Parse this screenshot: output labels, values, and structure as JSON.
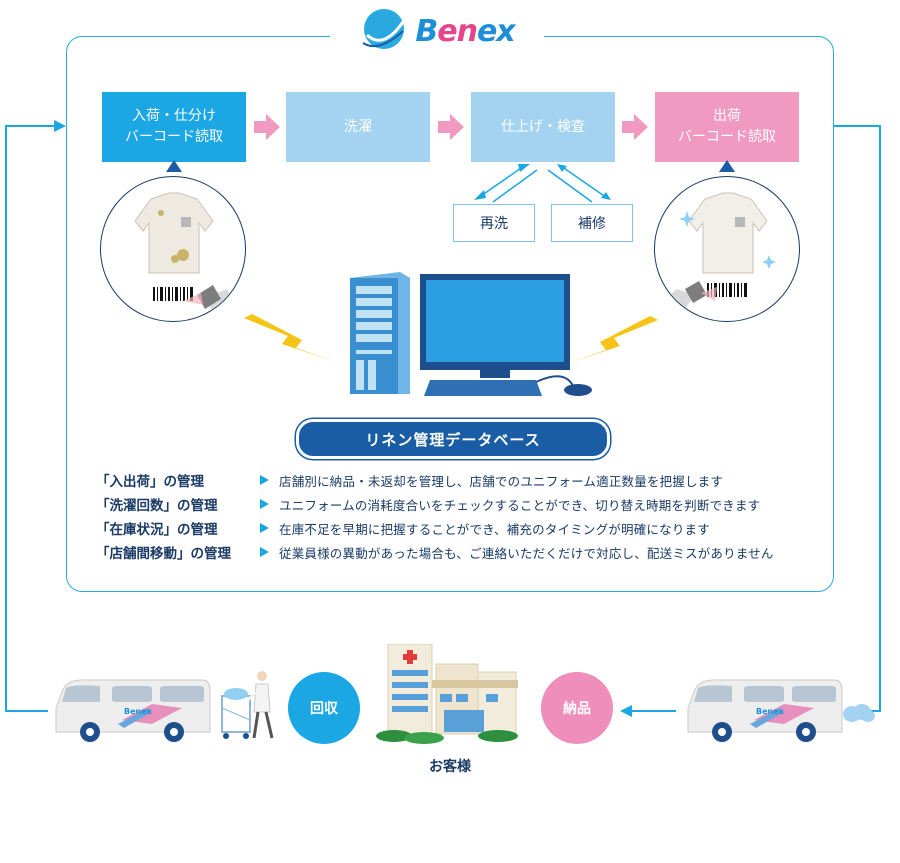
{
  "logo": {
    "text_a": "B",
    "text_b": "e",
    "text_c": "n",
    "text_d": "ex"
  },
  "steps": [
    {
      "label": "入荷・仕分け\nバーコード読取"
    },
    {
      "label": "洗濯"
    },
    {
      "label": "仕上げ・検査"
    },
    {
      "label": "出荷\nバーコード読取"
    }
  ],
  "sub_steps": {
    "rewash": "再洗",
    "repair": "補修"
  },
  "database": {
    "label": "リネン管理データベース"
  },
  "management": [
    {
      "label": "「入出荷」の管理",
      "text": "店舗別に納品・未返却を管理し、店舗でのユニフォーム適正数量を把握します"
    },
    {
      "label": "「洗濯回数」の管理",
      "text": "ユニフォームの消耗度合いをチェックすることができ、切り替え時期を判断できます"
    },
    {
      "label": "「在庫状況」の管理",
      "text": "在庫不足を早期に把握することができ、補充のタイミングが明確になります"
    },
    {
      "label": "「店舗間移動」の管理",
      "text": "従業員様の異動があった場合も、ご連絡いただくだけで対応し、配送ミスがありません"
    }
  ],
  "bottom": {
    "collect": "回収",
    "deliver": "納品",
    "customer": "お客様"
  },
  "colors": {
    "blue": "#1aa7e3",
    "light_blue": "#a3d3f1",
    "pink": "#f09ac1",
    "navy": "#1b5da5"
  }
}
